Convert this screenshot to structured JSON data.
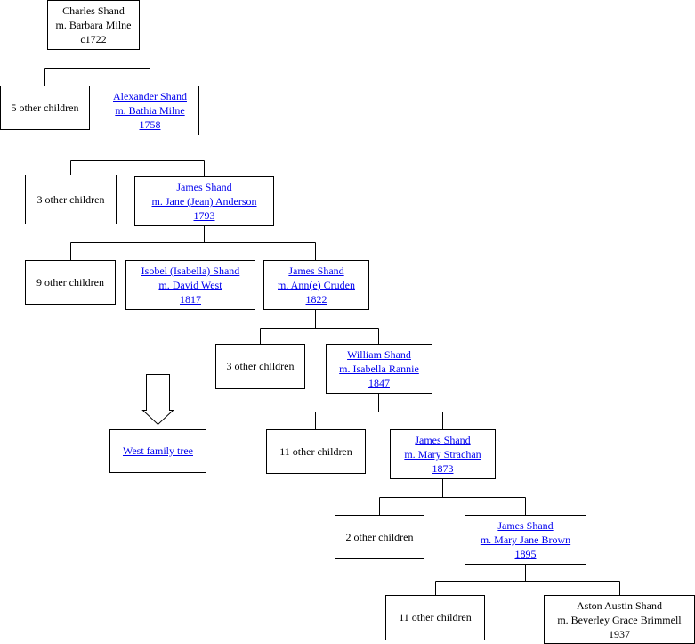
{
  "nodes": {
    "charles": {
      "lines": [
        "Charles Shand",
        "m. Barbara Milne",
        "c1722"
      ]
    },
    "other1": {
      "lines": [
        "5 other children"
      ]
    },
    "alexander": {
      "lines": [
        "Alexander Shand",
        "m. Bathia Milne",
        "1758"
      ]
    },
    "other2": {
      "lines": [
        "3 other children"
      ]
    },
    "james1": {
      "lines": [
        "James Shand",
        "m. Jane (Jean) Anderson",
        "1793"
      ]
    },
    "other3": {
      "lines": [
        "9 other children"
      ]
    },
    "isobel": {
      "lines": [
        "Isobel (Isabella) Shand",
        "m. David West",
        "1817"
      ]
    },
    "james2": {
      "lines": [
        "James Shand",
        "m. Ann(e) Cruden",
        "1822"
      ]
    },
    "other4": {
      "lines": [
        "3 other children"
      ]
    },
    "william": {
      "lines": [
        "William Shand",
        "m. Isabella Rannie",
        "1847"
      ]
    },
    "west": {
      "lines": [
        "West family tree"
      ]
    },
    "other5": {
      "lines": [
        "11 other children"
      ]
    },
    "james3": {
      "lines": [
        "James Shand",
        "m. Mary Strachan",
        "1873"
      ]
    },
    "other6": {
      "lines": [
        "2 other children"
      ]
    },
    "james4": {
      "lines": [
        "James Shand",
        "m. Mary Jane Brown",
        "1895"
      ]
    },
    "other7": {
      "lines": [
        "11 other children"
      ]
    },
    "aston": {
      "lines": [
        "Aston Austin Shand",
        "m. Beverley Grace Brimmell",
        "1937"
      ]
    }
  },
  "colors": {
    "link": "#0000ee",
    "line": "#000000",
    "background": "#ffffff"
  }
}
